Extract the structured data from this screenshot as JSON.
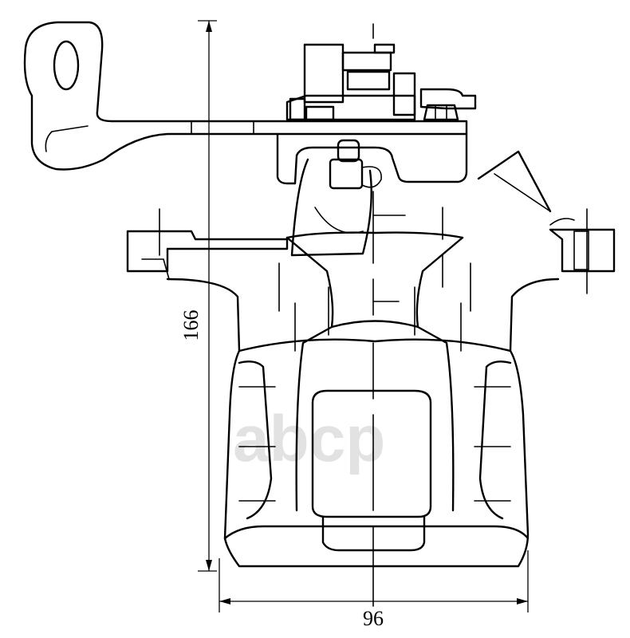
{
  "drawing": {
    "dimensions": {
      "height_label": "166",
      "width_label": "96"
    },
    "watermark": "abcp",
    "colors": {
      "line": "#000000",
      "watermark": "#d9d9d9",
      "background": "#ffffff"
    }
  }
}
